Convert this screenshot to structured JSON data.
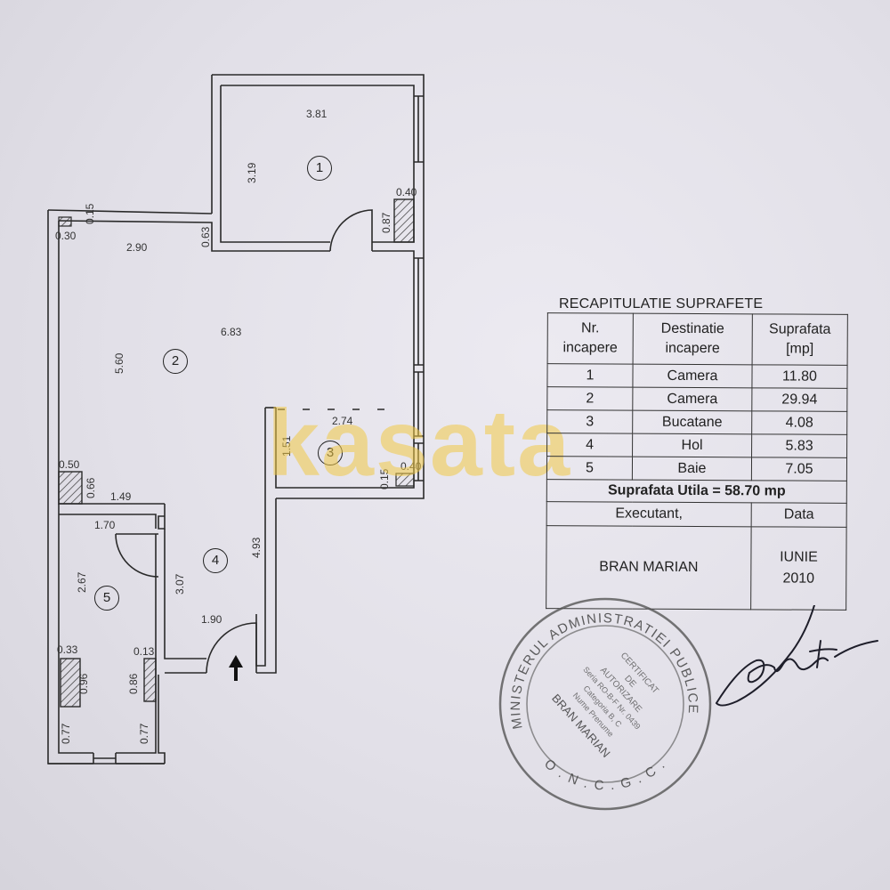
{
  "watermark": "kasata",
  "floor_plan": {
    "rooms": [
      {
        "number": "1",
        "dims": [
          "3.81",
          "3.19"
        ]
      },
      {
        "number": "2",
        "dims": [
          "2.90",
          "6.83",
          "5.60"
        ]
      },
      {
        "number": "3",
        "dims": [
          "2.74",
          "1.51"
        ]
      },
      {
        "number": "4",
        "dims": [
          "4.93",
          "3.07",
          "1.90"
        ]
      },
      {
        "number": "5",
        "dims": [
          "1.70",
          "2.67"
        ]
      }
    ],
    "dimensions": {
      "d_0_30": "0.30",
      "d_0_15a": "0.15",
      "d_0_63": "0.63",
      "d_0_40a": "0.40",
      "d_0_87": "0.87",
      "d_0_50": "0.50",
      "d_0_66": "0.66",
      "d_1_49": "1.49",
      "d_0_15b": "0.15",
      "d_0_40b": "0.40",
      "d_0_33": "0.33",
      "d_0_96": "0.96",
      "d_0_13": "0.13",
      "d_0_86": "0.86",
      "d_0_77a": "0.77",
      "d_0_77b": "0.77"
    }
  },
  "recap_table": {
    "title": "RECAPITULATIE SUPRAFETE",
    "headers": [
      "Nr.\nincapere",
      "Destinatie\nincapere",
      "Suprafata\n[mp]"
    ],
    "rows": [
      {
        "nr": "1",
        "dest": "Camera",
        "area": "11.80"
      },
      {
        "nr": "2",
        "dest": "Camera",
        "area": "29.94"
      },
      {
        "nr": "3",
        "dest": "Bucatane",
        "area": "4.08"
      },
      {
        "nr": "4",
        "dest": "Hol",
        "area": "5.83"
      },
      {
        "nr": "5",
        "dest": "Baie",
        "area": "7.05"
      }
    ],
    "total": "Suprafata Utila = 58.70 mp",
    "executant_label": "Executant,",
    "data_label": "Data",
    "executant_name": "BRAN  MARIAN",
    "date_month": "IUNIE",
    "date_year": "2010"
  },
  "stamp": {
    "outer_text": "MINISTERUL  ADMINISTRATIEI  PUBLICE",
    "bottom_text": "O . N . C . G . C .",
    "inner_lines": [
      "CERTIFICAT",
      "DE",
      "AUTORIZARE",
      "Seria RO-B-F Nr. 0439",
      "Categoria B, C",
      "Nume Prenume"
    ],
    "name": "BRAN MARIAN"
  }
}
